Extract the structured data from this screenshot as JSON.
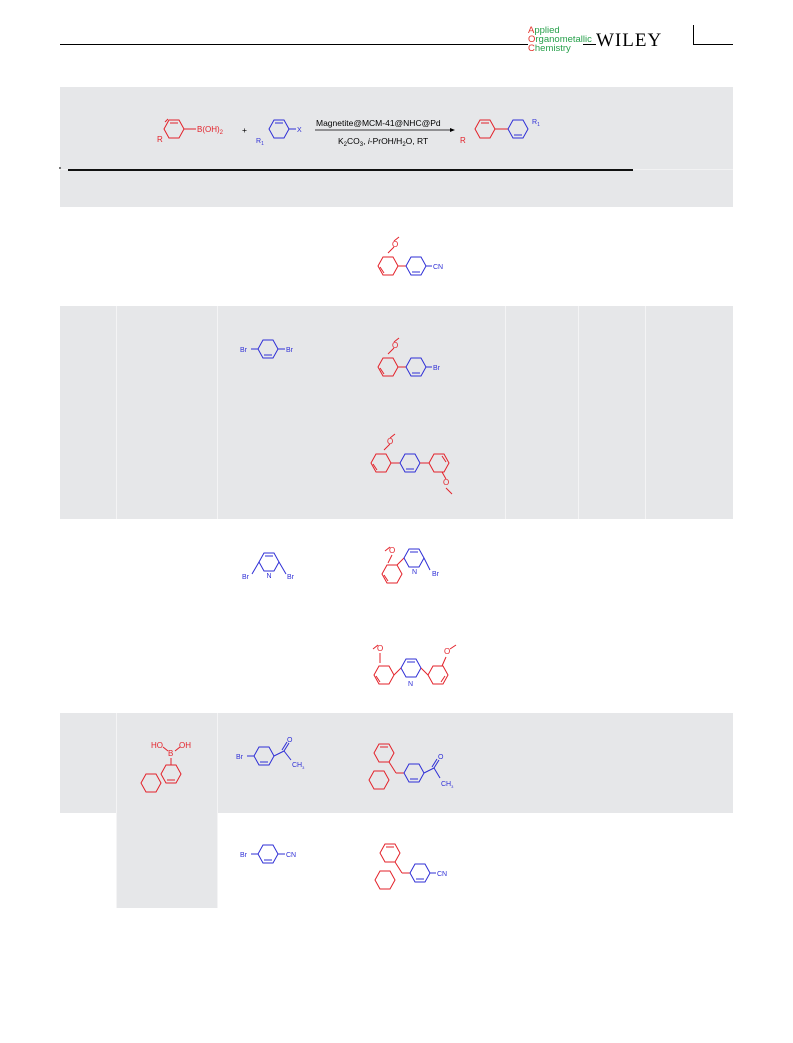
{
  "header": {
    "journal_line1_cap": "A",
    "journal_line1_rest": "pplied",
    "journal_line2_cap": "O",
    "journal_line2_rest": "rganometallic",
    "journal_line3_cap": "C",
    "journal_line3_rest": "hemistry",
    "publisher": "WILEY",
    "colors": {
      "journal_green": "#26a04a",
      "journal_red": "#e2322b"
    }
  },
  "scheme": {
    "reactant1": "B(OH)",
    "reactant1_sub": "2",
    "reactant1_substituent": "R",
    "plus": "+",
    "reactant2_substituent": "R",
    "reactant2_sub": "1",
    "reactant2_group": "X",
    "catalyst": "Magnetite@MCM-41@NHC@Pd",
    "conditions_a": "K",
    "conditions_a_sub": "2",
    "conditions_b": "CO",
    "conditions_b_sub": "3",
    "conditions_c": ", ",
    "conditions_d": "i",
    "conditions_e": "-PrOH/H",
    "conditions_e_sub": "2",
    "conditions_f": "O, RT",
    "product_substituent_left": "R",
    "product_substituent_right": "R",
    "product_substituent_right_sub": "1"
  },
  "structures": {
    "cn_label": "CN",
    "br_label": "Br",
    "n_label": "N",
    "o_label": "O",
    "ho_label": "HO",
    "oh_label": "OH",
    "b_label": "B",
    "ch3_label": "CH",
    "ch3_sub": "3",
    "colors": {
      "boronic_red": "#e3222a",
      "halide_blue": "#2f2fd6",
      "band_gray": "#e6e7e9"
    }
  }
}
